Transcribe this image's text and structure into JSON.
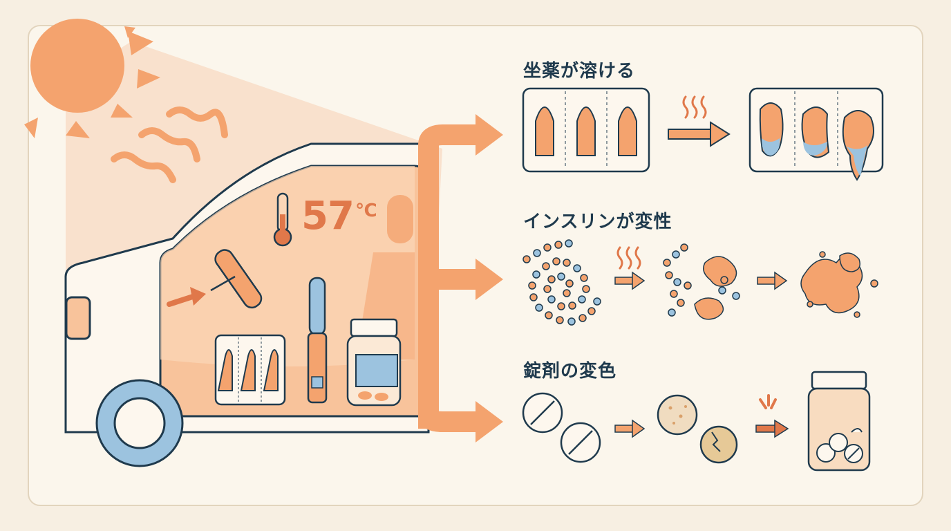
{
  "temperature": {
    "value": "57",
    "unit": "℃"
  },
  "effects": [
    {
      "label": "坐薬が溶ける"
    },
    {
      "label": "インスリンが変性"
    },
    {
      "label": "錠剤の変色"
    }
  ],
  "colors": {
    "background": "#f7efe2",
    "panel": "#fbf6ec",
    "orange": "#f4a36e",
    "orange_dark": "#e0784a",
    "navy": "#1f3a4d",
    "blue": "#9cc3df"
  },
  "icons": [
    "sun-icon",
    "heat-wave-icon",
    "car-icon",
    "thermometer-icon",
    "suppository-icon",
    "insulin-pen-icon",
    "pill-bottle-icon",
    "insulin-molecule-icon",
    "tablet-icon",
    "arrow-icon"
  ]
}
